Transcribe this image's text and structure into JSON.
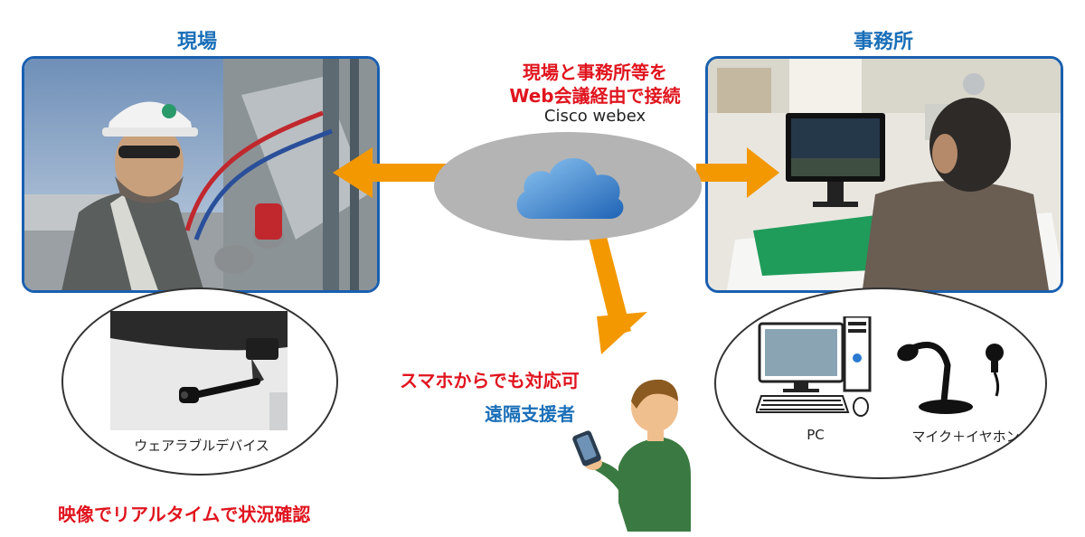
{
  "site": {
    "title": "現場",
    "photo_alt": "現場作業員（ウェアラブルカメラ装着）",
    "device_label": "ウェアラブルデバイス"
  },
  "office": {
    "title": "事務所",
    "pc_label": "PC",
    "mic_label": "マイク＋イヤホン"
  },
  "center": {
    "line1": "現場と事務所等を",
    "line2": "Web会議経由で接続",
    "service": "Cisco webex"
  },
  "remote": {
    "smartphone_note": "スマホからでも対応可",
    "role": "遠隔支援者"
  },
  "footer": {
    "realtime": "映像でリアルタイムで状況確認"
  },
  "colors": {
    "accent_blue": "#1a6fb8",
    "accent_red": "#e0141e",
    "arrow_orange": "#f39800",
    "cloud_gray": "#b4b4b4"
  }
}
